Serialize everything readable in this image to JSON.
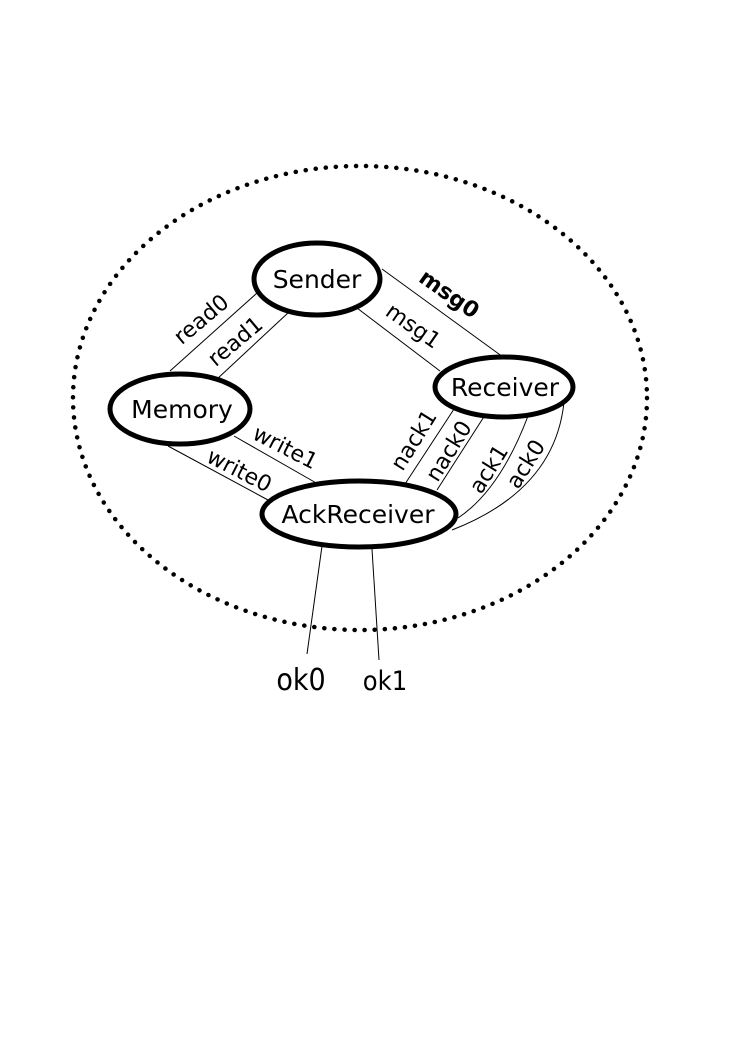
{
  "nodes": {
    "sender": "Sender",
    "receiver": "Receiver",
    "memory": "Memory",
    "ack_receiver": "AckReceiver"
  },
  "edges": {
    "read0": "read0",
    "read1": "read1",
    "msg0": "msg0",
    "msg1": "msg1",
    "write0": "write0",
    "write1": "write1",
    "nack1": "nack1",
    "nack0": "nack0",
    "ack1": "ack1",
    "ack0": "ack0"
  },
  "outputs": {
    "ok0": "ok0",
    "ok1": "ok1"
  }
}
